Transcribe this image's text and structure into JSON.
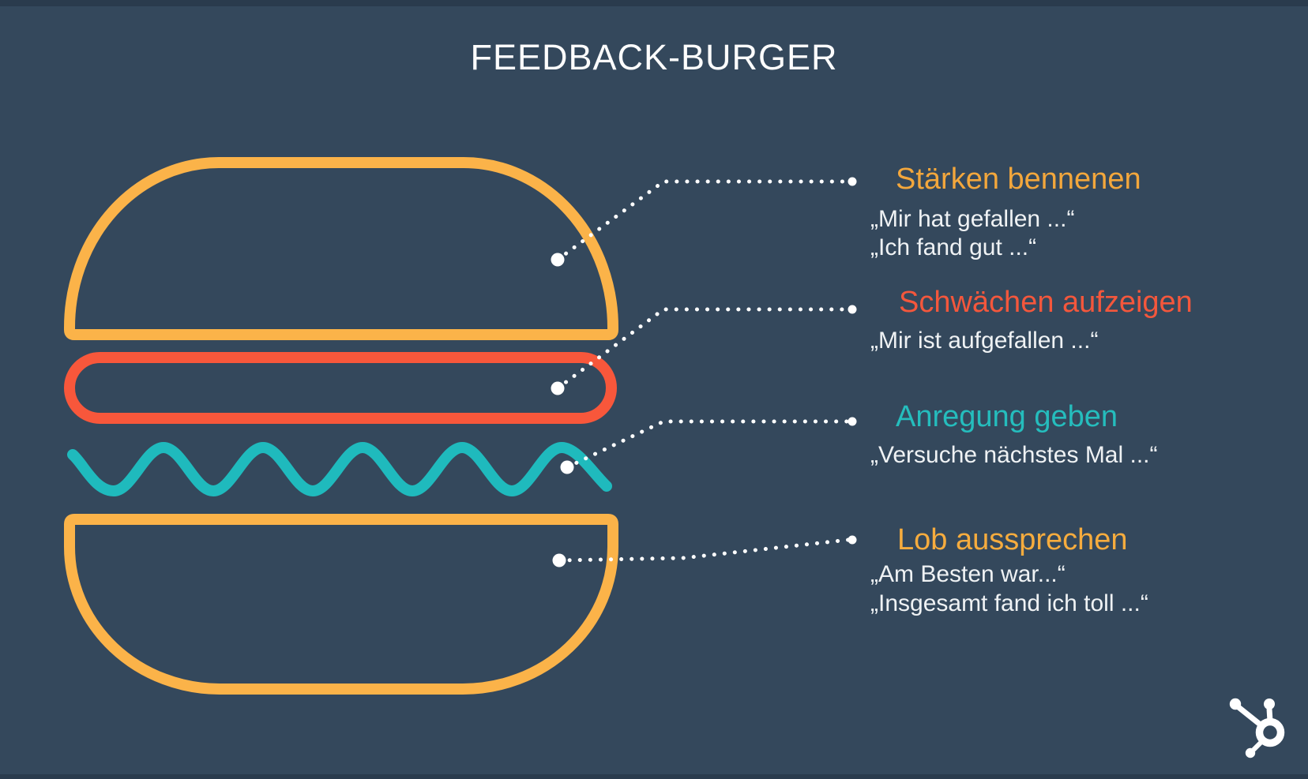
{
  "title": "FEEDBACK-BURGER",
  "items": [
    {
      "part": "top-bun",
      "label": "Stärken bennenen",
      "color": "#F3A73C",
      "quotes": [
        "„Mir hat gefallen ...“",
        "„Ich fand gut ...“"
      ]
    },
    {
      "part": "patty",
      "label": "Schwächen aufzeigen",
      "color": "#F4573C",
      "quotes": [
        "„Mir ist aufgefallen ...“"
      ]
    },
    {
      "part": "sauce-wave",
      "label": "Anregung geben",
      "color": "#25BDBD",
      "quotes": [
        "„Versuche nächstes Mal ...“"
      ]
    },
    {
      "part": "bottom-bun",
      "label": "Lob aussprechen",
      "color": "#F6AC3E",
      "quotes": [
        "„Am Besten war...“",
        "„Insgesamt fand ich toll ...“"
      ]
    }
  ],
  "colors": {
    "background": "#34485C",
    "edge_strip": "#2A3B4D",
    "bun": "#FBB349",
    "patty": "#F8573B",
    "sauce": "#1FBABD",
    "quote_text": "#EFF2F4",
    "title_text": "#FDFDFD",
    "callout": "#FFFFFF"
  },
  "logo": {
    "name": "hubspot-sprocket",
    "color": "#FFFFFF"
  }
}
